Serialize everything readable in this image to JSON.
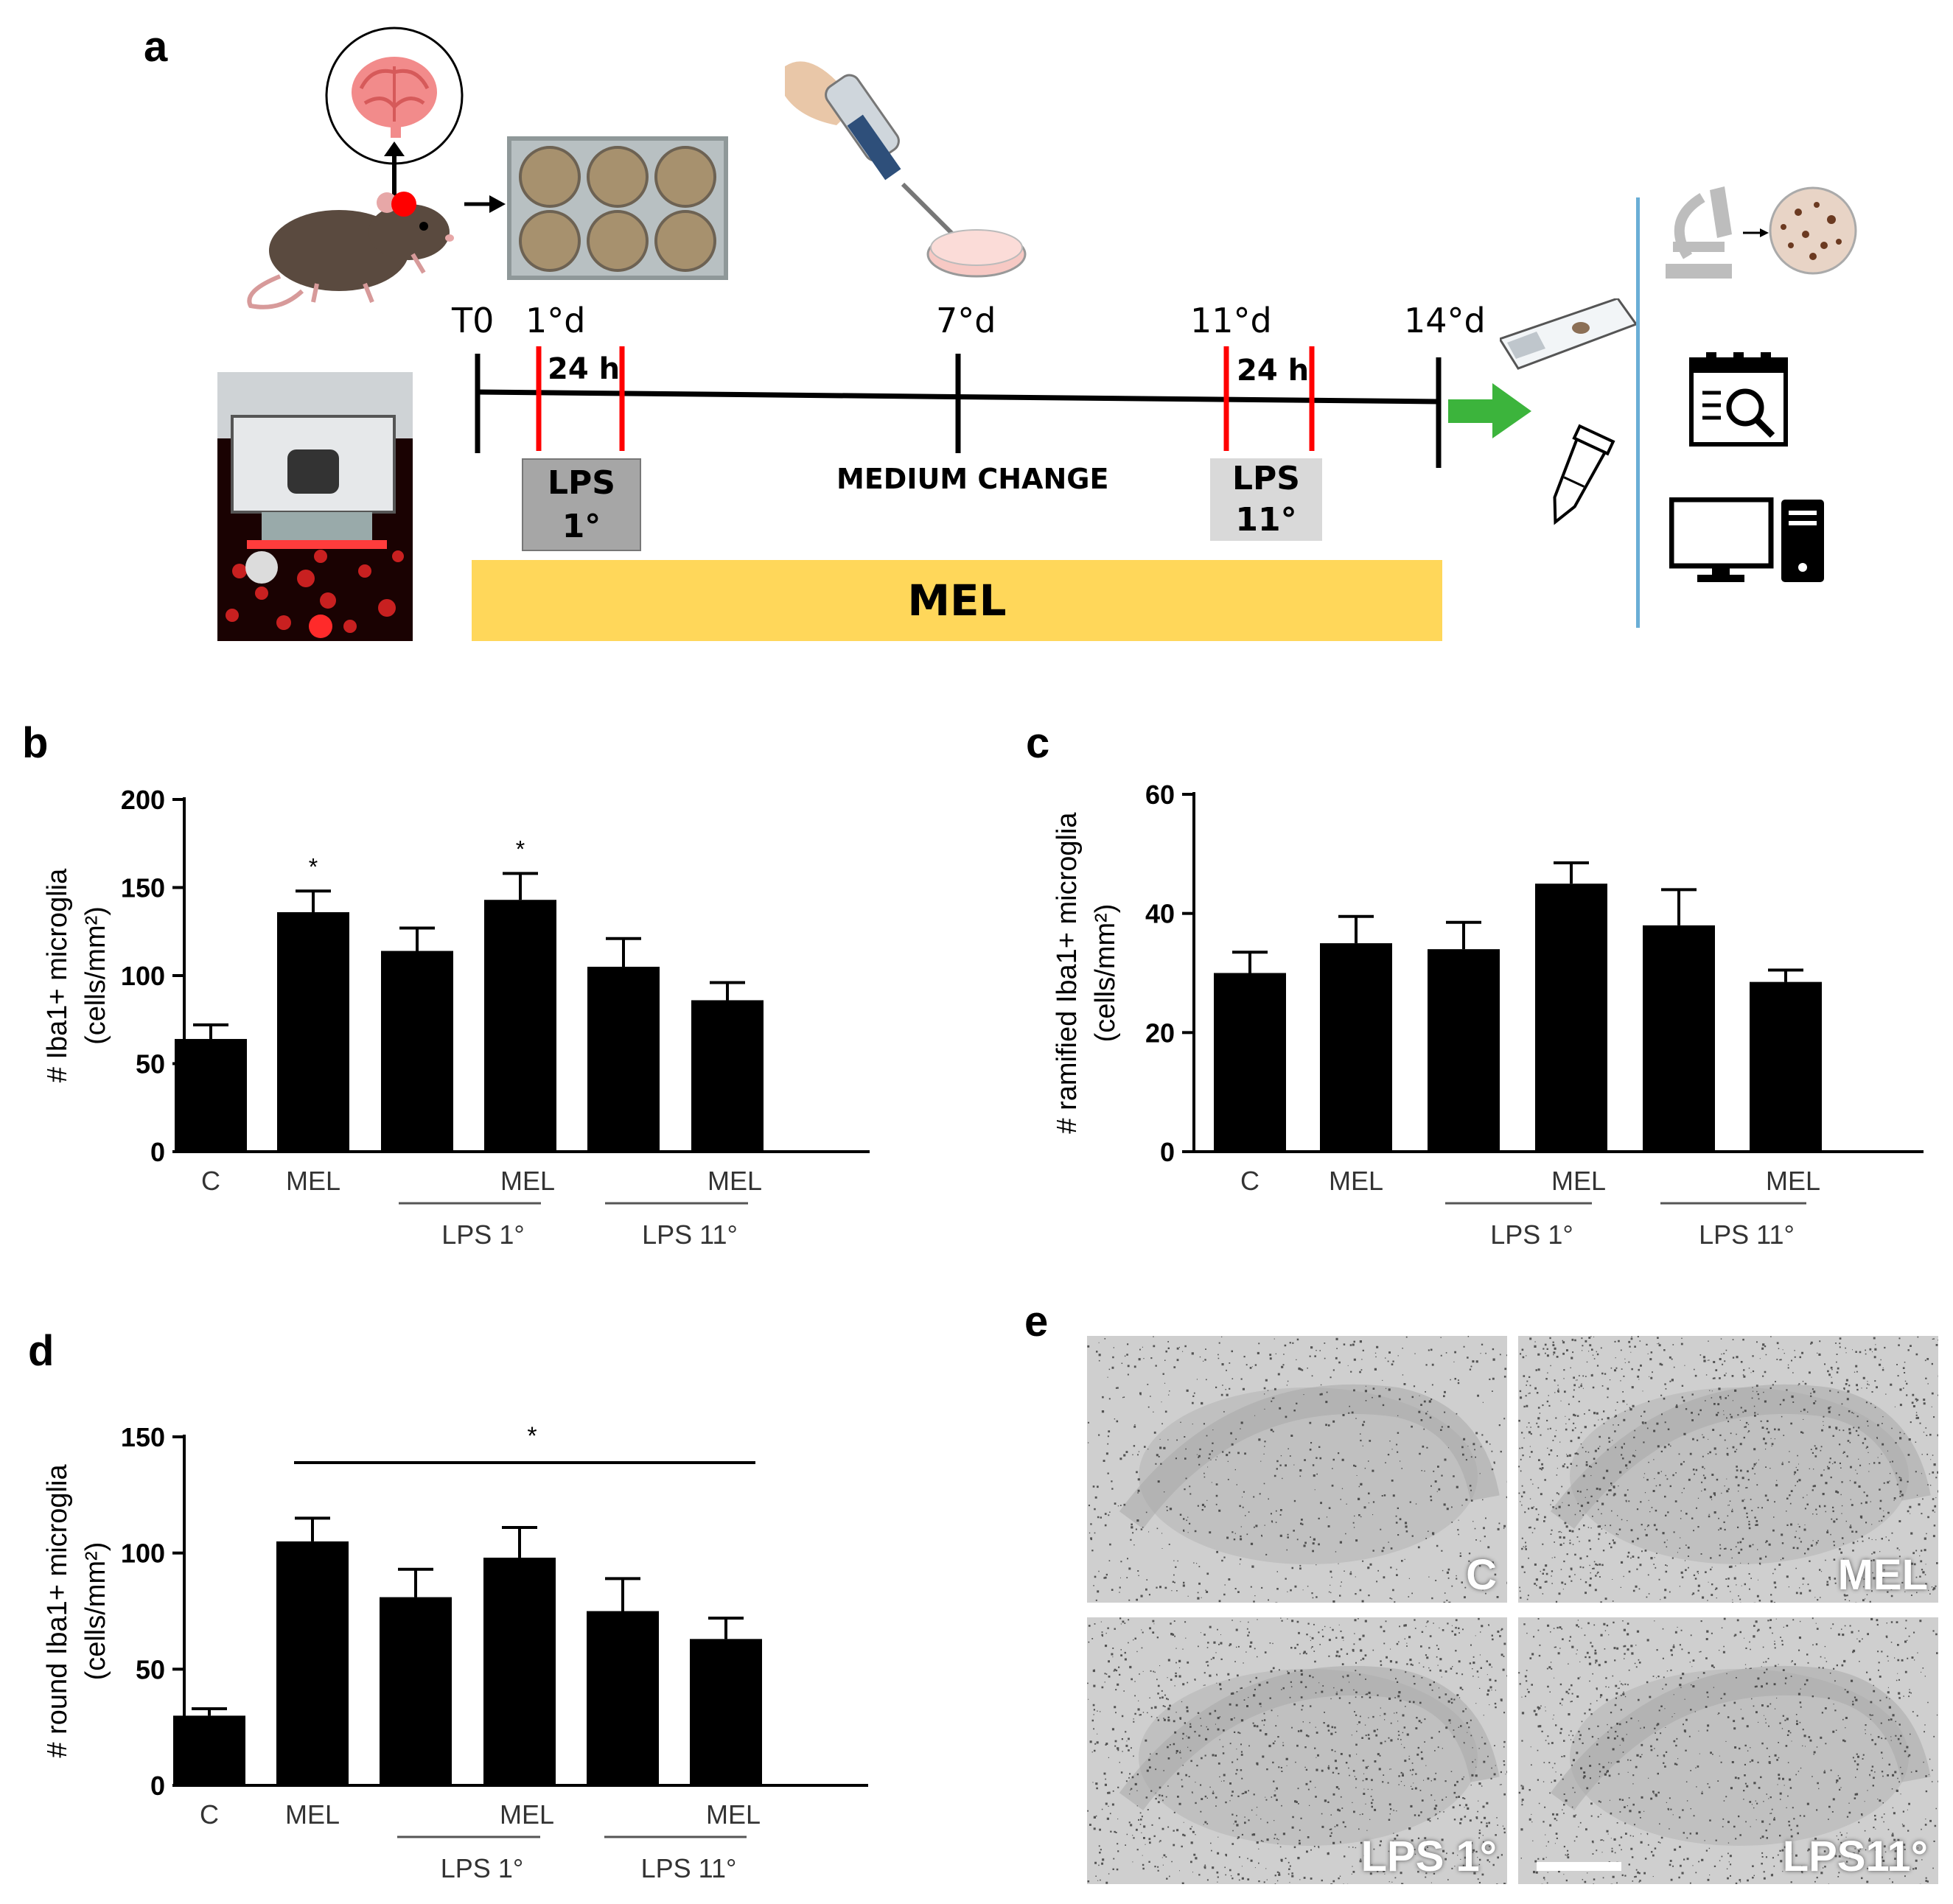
{
  "panels": {
    "a": "a",
    "b": "b",
    "c": "c",
    "d": "d",
    "e": "e"
  },
  "timeline": {
    "points": [
      {
        "label": "T0",
        "day": 0
      },
      {
        "label": "1°d",
        "day": 1
      },
      {
        "label": "7°d",
        "day": 7
      },
      {
        "label": "11°d",
        "day": 11
      },
      {
        "label": "14°d",
        "day": 14
      }
    ],
    "interval_label": "24 h",
    "lps1_lines": [
      "LPS",
      "1°"
    ],
    "lps11_lines": [
      "LPS",
      "11°"
    ],
    "medium_change": "MEDIUM CHANGE",
    "mel_bar": "MEL",
    "colors": {
      "axis": "#000000",
      "lps_marker": "#ff0000",
      "mel_bar": "#ffd75a",
      "lps1_box": "#a6a6a6",
      "lps11_box": "#d9d9d9",
      "arrow": "#3cb43c",
      "divider": "#6aaed6"
    }
  },
  "icons": [
    "brain-icon",
    "mouse-icon",
    "culture-plate-icon",
    "pipette-icon",
    "petri-dish-icon",
    "slicer-photo",
    "slide-icon",
    "tube-icon",
    "microscope-icon",
    "report-icon",
    "computer-icon"
  ],
  "chart_data": [
    {
      "type": "bar",
      "ylabel": "# Iba1+ microglia\n(cells/mm²)",
      "categories": [
        "C",
        "MEL",
        "LPS 1°",
        "LPS 1° + MEL",
        "LPS 11°",
        "LPS 11° + MEL"
      ],
      "tick_labels": [
        "C",
        "MEL",
        "",
        "MEL",
        "",
        "MEL"
      ],
      "group_labels": [
        "LPS 1°",
        "LPS 11°"
      ],
      "values": [
        64,
        136,
        114,
        143,
        105,
        86
      ],
      "errors": [
        8,
        12,
        13,
        15,
        16,
        10
      ],
      "significance": [
        "",
        "*",
        "",
        "*",
        "",
        ""
      ],
      "ylim": [
        0,
        200
      ],
      "yticks": [
        0,
        50,
        100,
        150,
        200
      ]
    },
    {
      "type": "bar",
      "ylabel": "# ramified Iba1+ microglia\n(cells/mm²)",
      "categories": [
        "C",
        "MEL",
        "LPS 1°",
        "LPS 1° + MEL",
        "LPS 11°",
        "LPS 11° + MEL"
      ],
      "tick_labels": [
        "C",
        "MEL",
        "",
        "MEL",
        "",
        "MEL"
      ],
      "group_labels": [
        "LPS 1°",
        "LPS 11°"
      ],
      "values": [
        30,
        35,
        34,
        45,
        38,
        28.5
      ],
      "errors": [
        3.5,
        4.5,
        4.5,
        3.5,
        6,
        2
      ],
      "significance": [
        "",
        "",
        "",
        "",
        "",
        ""
      ],
      "ylim": [
        0,
        60
      ],
      "yticks": [
        0,
        20,
        40,
        60
      ]
    },
    {
      "type": "bar",
      "ylabel": "# round Iba1+ microglia\n(cells/mm²)",
      "categories": [
        "C",
        "MEL",
        "LPS 1°",
        "LPS 1° + MEL",
        "LPS 11°",
        "LPS 11° + MEL"
      ],
      "tick_labels": [
        "C",
        "MEL",
        "",
        "MEL",
        "",
        "MEL"
      ],
      "group_labels": [
        "LPS 1°",
        "LPS 11°"
      ],
      "values": [
        30,
        105,
        81,
        98,
        75,
        63
      ],
      "errors": [
        3,
        10,
        12,
        13,
        14,
        9
      ],
      "significance_bar": {
        "from": 1,
        "to": 5,
        "label": "*"
      },
      "ylim": [
        0,
        150
      ],
      "yticks": [
        0,
        50,
        100,
        150
      ]
    }
  ],
  "micrographs": [
    {
      "label": "C"
    },
    {
      "label": "MEL"
    },
    {
      "label": "LPS 1°"
    },
    {
      "label": "LPS11°"
    }
  ]
}
